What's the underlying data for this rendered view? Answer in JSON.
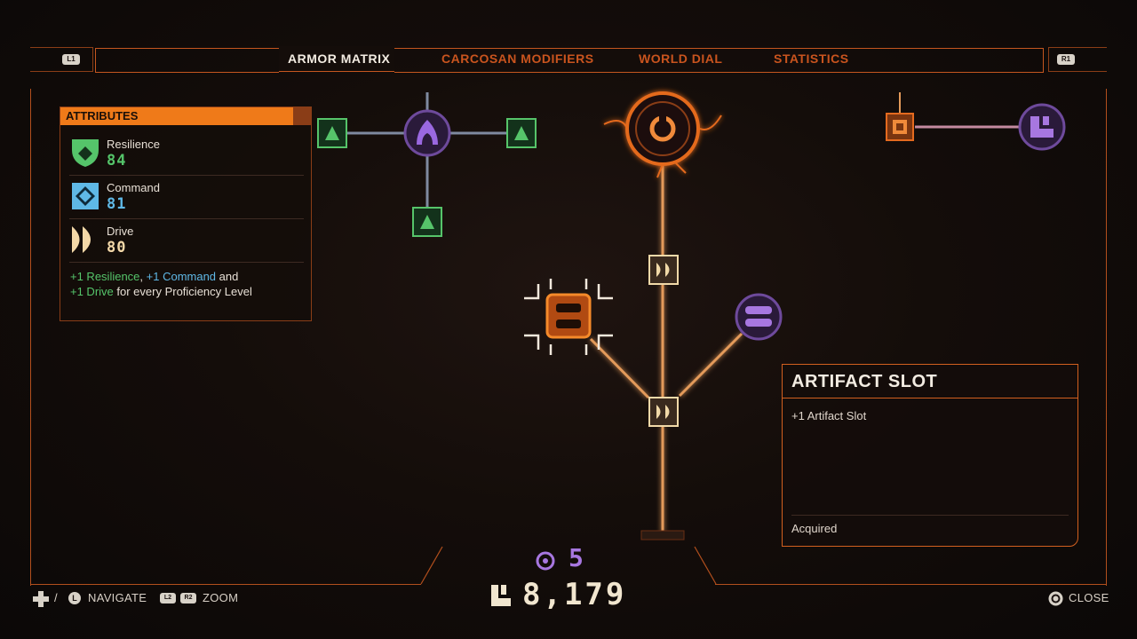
{
  "tabs": [
    {
      "label": "ARMOR MATRIX",
      "active": true
    },
    {
      "label": "CARCOSAN MODIFIERS",
      "active": false
    },
    {
      "label": "WORLD DIAL",
      "active": false
    },
    {
      "label": "STATISTICS",
      "active": false
    }
  ],
  "shoulder_buttons": {
    "left": "L1",
    "right": "R1"
  },
  "attributes": {
    "title": "ATTRIBUTES",
    "items": [
      {
        "name": "Resilience",
        "value": "84",
        "color": "#55c46a",
        "icon": "resilience-icon"
      },
      {
        "name": "Command",
        "value": "81",
        "color": "#5fb8e6",
        "icon": "command-icon"
      },
      {
        "name": "Drive",
        "value": "80",
        "color": "#f3d8a8",
        "icon": "drive-icon"
      }
    ],
    "description": {
      "p1": "+1 Resilience",
      "sep1": ", ",
      "p2": "+1 Command",
      "sep2": " and",
      "p3": "+1 Drive",
      "rest": " for every Proficiency Level"
    }
  },
  "info_panel": {
    "title": "ARTIFACT SLOT",
    "description": "+1 Artifact Slot",
    "status": "Acquired"
  },
  "currencies": {
    "secondary": "5",
    "primary": "8,179"
  },
  "hints": {
    "navigate_sep": "/",
    "navigate_button": "L",
    "navigate": "NAVIGATE",
    "zoom_buttons": [
      "L2",
      "R2"
    ],
    "zoom": "ZOOM",
    "close": "CLOSE"
  },
  "colors": {
    "accent_orange": "#ef7a19",
    "frame_orange": "#c4561f",
    "resilience_green": "#55c46a",
    "command_blue": "#5fb8e6",
    "purple": "#8a5cc6"
  }
}
